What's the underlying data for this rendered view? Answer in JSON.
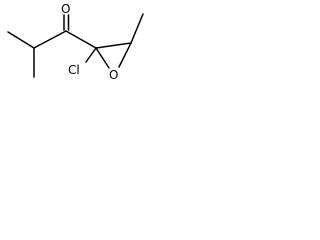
{
  "molecule": {
    "atoms": {
      "carbonyl_oxygen": "O",
      "chlorine": "Cl",
      "ring_oxygen": "O"
    }
  }
}
